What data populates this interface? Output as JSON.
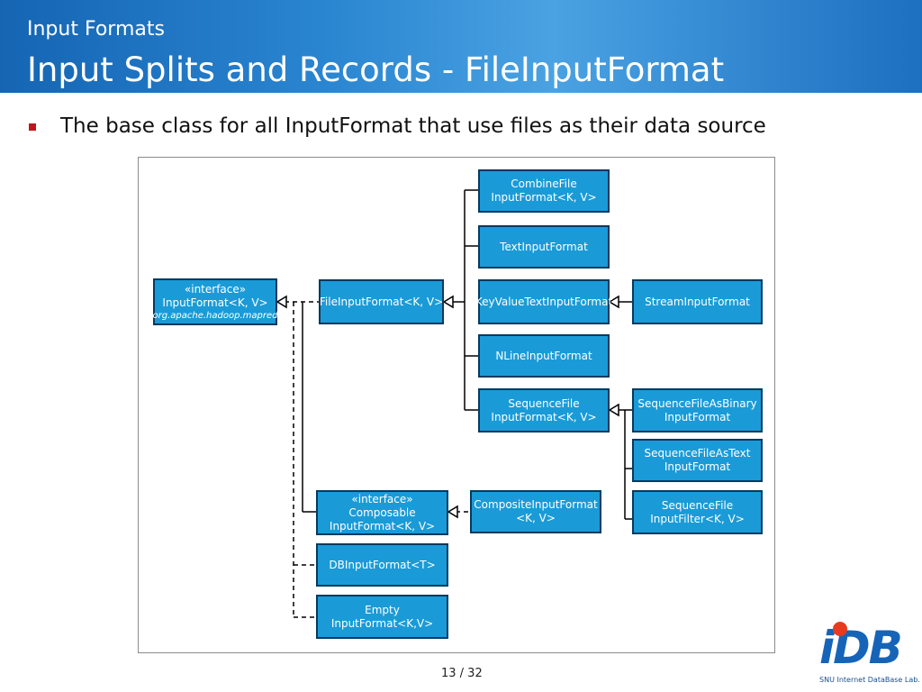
{
  "header": {
    "subtitle": "Input Formats",
    "title": "Input Splits and Records - FileInputFormat"
  },
  "bullet": {
    "text": "The base class for all InputFormat that use files as their data source"
  },
  "diagram": {
    "input_format": {
      "line1": "«interface»",
      "line2": "InputFormat<K, V>",
      "line3": "org.apache.hadoop.mapred"
    },
    "file_input_format": {
      "line1": "FileInputFormat<K, V>"
    },
    "combine_file": {
      "line1": "CombineFile",
      "line2": "InputFormat<K, V>"
    },
    "text_input": {
      "line1": "TextInputFormat"
    },
    "key_value_text": {
      "line1": "KeyValueTextInputFormat"
    },
    "stream_input": {
      "line1": "StreamInputFormat"
    },
    "nline_input": {
      "line1": "NLineInputFormat"
    },
    "sequence_file": {
      "line1": "SequenceFile",
      "line2": "InputFormat<K, V>"
    },
    "seq_as_binary": {
      "line1": "SequenceFileAsBinary",
      "line2": "InputFormat"
    },
    "seq_as_text": {
      "line1": "SequenceFileAsText",
      "line2": "InputFormat"
    },
    "seq_filter": {
      "line1": "SequenceFile",
      "line2": "InputFilter<K, V>"
    },
    "composable": {
      "line1": "«interface»",
      "line2": "Composable",
      "line3": "InputFormat<K, V>"
    },
    "composite": {
      "line1": "CompositeInputFormat",
      "line2": "<K, V>"
    },
    "db_input": {
      "line1": "DBInputFormat<T>"
    },
    "empty_input": {
      "line1": "Empty",
      "line2": "InputFormat<K,V>"
    }
  },
  "footer": {
    "page_number": "13 / 32",
    "logo_letters": "iDB",
    "logo_text": "SNU Internet DataBase Lab."
  },
  "colors": {
    "box_fill": "#1a9bd7",
    "box_border": "#063a5e",
    "header_blue": "#1565b3",
    "bullet_red": "#c0151c"
  }
}
